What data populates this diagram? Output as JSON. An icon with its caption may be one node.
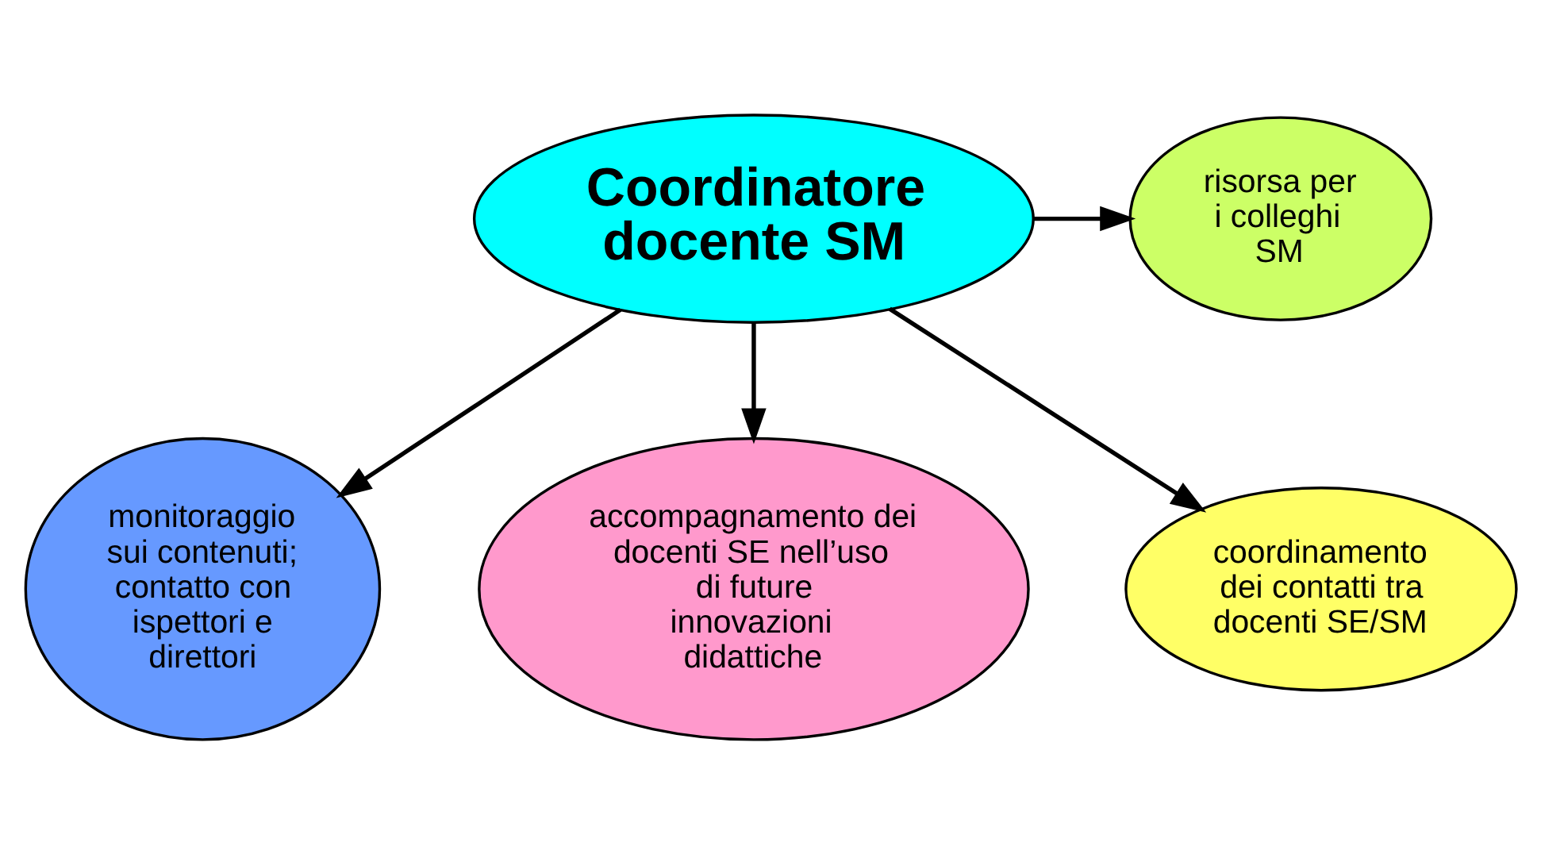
{
  "diagram": {
    "nodes": [
      {
        "text": [
          "Coordinatore docente SM"
        ]
      },
      {
        "text": [
          "monitoraggio sui contenuti; contatto con ispettori e direttori"
        ]
      },
      {
        "text": [
          "accompagnamento dei docenti SE nell’uso di future innovazioni didattiche"
        ]
      },
      {
        "text": [
          "coordinamento dei contatti tra docenti SE/SM"
        ]
      },
      {
        "text": [
          "risorsa per i colleghi SM"
        ]
      }
    ],
    "edges": [
      {
        "from": 0,
        "to": 1,
        "arrow": "to"
      },
      {
        "from": 0,
        "to": 2,
        "arrow": "to"
      },
      {
        "from": 0,
        "to": 3,
        "arrow": "to"
      },
      {
        "from": 0,
        "to": 4,
        "arrow": "to"
      }
    ]
  }
}
